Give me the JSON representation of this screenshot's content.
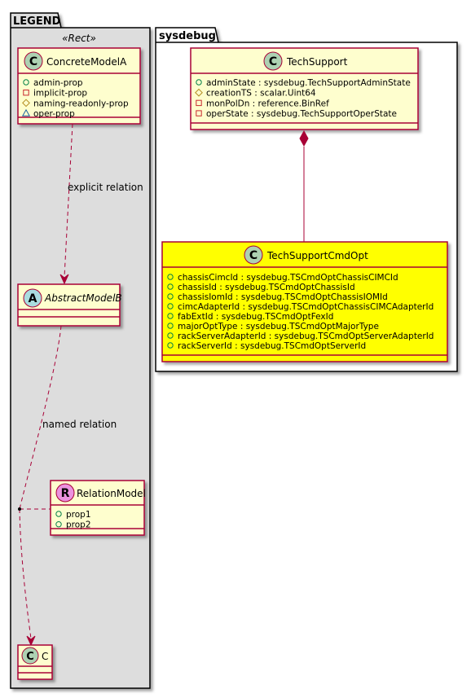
{
  "legend": {
    "title": "LEGEND",
    "stereotype": "«Rect»",
    "concrete": {
      "badge": "C",
      "name": "ConcreteModelA",
      "props": [
        {
          "sym": "circle",
          "text": "admin-prop"
        },
        {
          "sym": "square",
          "text": "implicit-prop"
        },
        {
          "sym": "diamond",
          "text": "naming-readonly-prop"
        },
        {
          "sym": "triangle",
          "text": "oper-prop"
        }
      ]
    },
    "explicit_label": "explicit relation",
    "abstract": {
      "badge": "A",
      "name": "AbstractModelB"
    },
    "named_label": "named relation",
    "relation": {
      "badge": "R",
      "name": "RelationModel",
      "props": [
        {
          "sym": "circle",
          "text": "prop1"
        },
        {
          "sym": "circle",
          "text": "prop2"
        }
      ]
    },
    "c": {
      "badge": "C",
      "name": "C"
    }
  },
  "package": {
    "title": "sysdebug",
    "techsupport": {
      "badge": "C",
      "name": "TechSupport",
      "props": [
        {
          "sym": "circle",
          "text": "adminState : sysdebug.TechSupportAdminState"
        },
        {
          "sym": "diamond",
          "text": "creationTS : scalar.Uint64"
        },
        {
          "sym": "square",
          "text": "monPolDn : reference.BinRef"
        },
        {
          "sym": "square",
          "text": "operState : sysdebug.TechSupportOperState"
        }
      ]
    },
    "cmdopt": {
      "badge": "C",
      "name": "TechSupportCmdOpt",
      "props": [
        {
          "sym": "circle",
          "text": "chassisCimcId : sysdebug.TSCmdOptChassisCIMCId"
        },
        {
          "sym": "circle",
          "text": "chassisId : sysdebug.TSCmdOptChassisId"
        },
        {
          "sym": "circle",
          "text": "chassisIomId : sysdebug.TSCmdOptChassisIOMId"
        },
        {
          "sym": "circle",
          "text": "cimcAdapterId : sysdebug.TSCmdOptChassisCIMCAdapterId"
        },
        {
          "sym": "circle",
          "text": "fabExtId : sysdebug.TSCmdOptFexId"
        },
        {
          "sym": "circle",
          "text": "majorOptType : sysdebug.TSCmdOptMajorType"
        },
        {
          "sym": "circle",
          "text": "rackServerAdapterId : sysdebug.TSCmdOptServerAdapterId"
        },
        {
          "sym": "circle",
          "text": "rackServerId : sysdebug.TSCmdOptServerId"
        }
      ]
    }
  },
  "colors": {
    "class_fill": "#FEFECE",
    "class_border": "#A80036",
    "highlight_fill": "#FFFF00",
    "badge_class": "#ADD1B2",
    "badge_abstract": "#A9DCDF",
    "badge_relation": "#EB93DF",
    "legend_fill": "#DDDDDD"
  }
}
